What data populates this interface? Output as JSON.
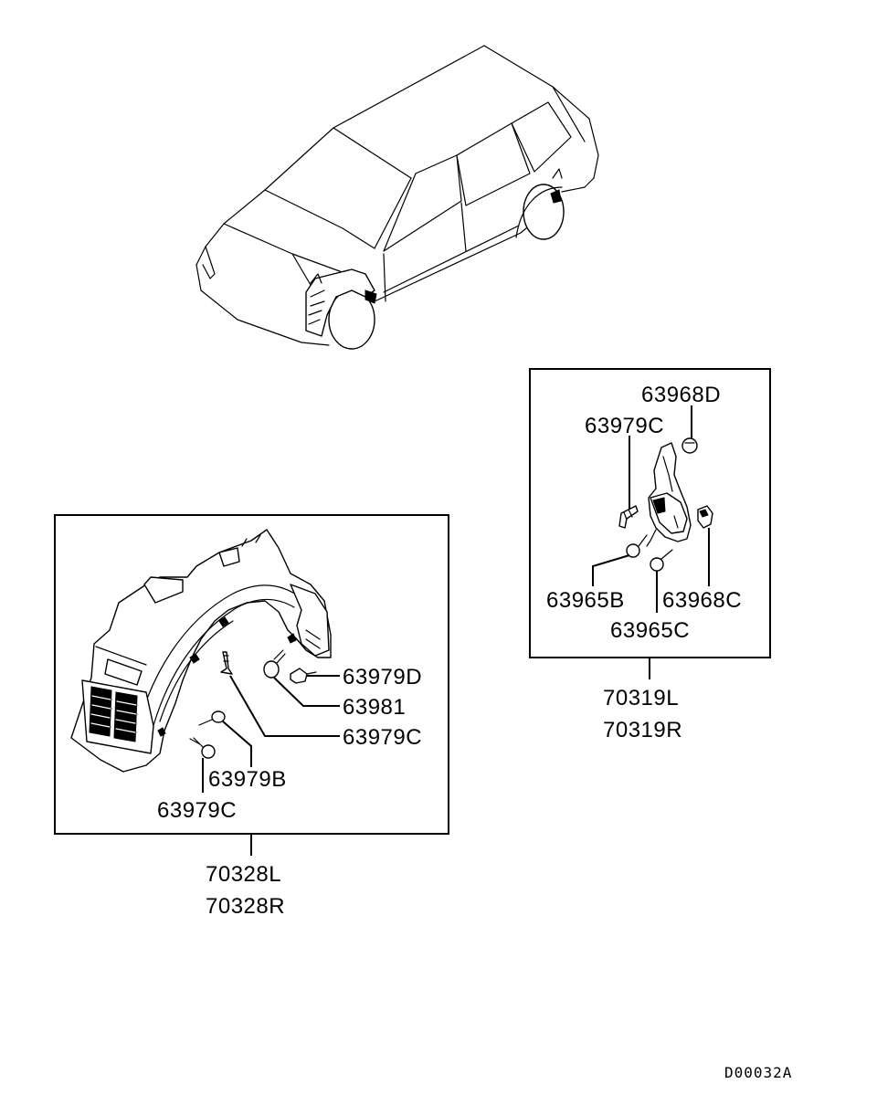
{
  "labels": {
    "p63968D": "63968D",
    "p63979C_right": "63979C",
    "p63965B": "63965B",
    "p63968C": "63968C",
    "p63965C": "63965C",
    "p70319L": "70319L",
    "p70319R": "70319R",
    "p63979D": "63979D",
    "p63981": "63981",
    "p63979C_left_upper": "63979C",
    "p63979B": "63979B",
    "p63979C_left_lower": "63979C",
    "p70328L": "70328L",
    "p70328R": "70328R"
  },
  "diagram_code": "D00032A"
}
